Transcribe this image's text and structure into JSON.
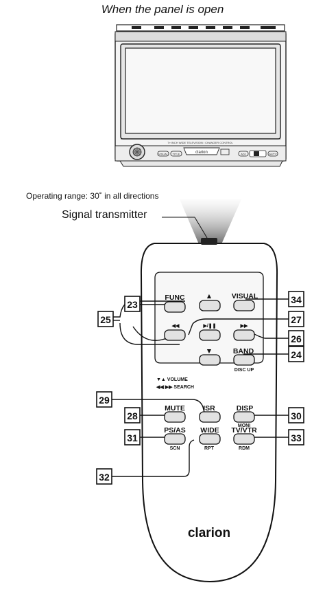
{
  "heading": "When the panel is open",
  "operating_range": "Operating range: 30˚ in all directions",
  "signal_transmitter": "Signal transmitter",
  "head_unit": {
    "screen_caption": "7» INCH WIDE TELEVISION / CHANGER CONTROL",
    "logo": "clarion",
    "buttons": [
      "VISUAL",
      "TITLE",
      "ADJ",
      "AV/TV"
    ]
  },
  "remote": {
    "brand": "clarion",
    "legend_line1": "▼▲  VOLUME",
    "legend_line2": "◀◀ ▶▶  SEARCH",
    "buttons": {
      "func": "FUNC",
      "up": "▲",
      "visual": "VISUAL",
      "rew": "◀◀",
      "playpause": "▶/❚❚",
      "ff": "▶▶",
      "down": "▼",
      "band": "BAND",
      "band_sub": "DISC UP",
      "mute": "MUTE",
      "isr": "ISR",
      "disp": "DISP",
      "disp_sub": "MONI",
      "psas": "PS/AS",
      "psas_sub": "SCN",
      "wide": "WIDE",
      "wide_sub": "RPT",
      "tvvtr": "TV/VTR",
      "tvvtr_sub": "RDM"
    }
  },
  "callouts": {
    "n23": "23",
    "n24": "24",
    "n25": "25",
    "n26": "26",
    "n27": "27",
    "n28": "28",
    "n29": "29",
    "n30": "30",
    "n31": "31",
    "n32": "32",
    "n33": "33",
    "n34": "34"
  }
}
